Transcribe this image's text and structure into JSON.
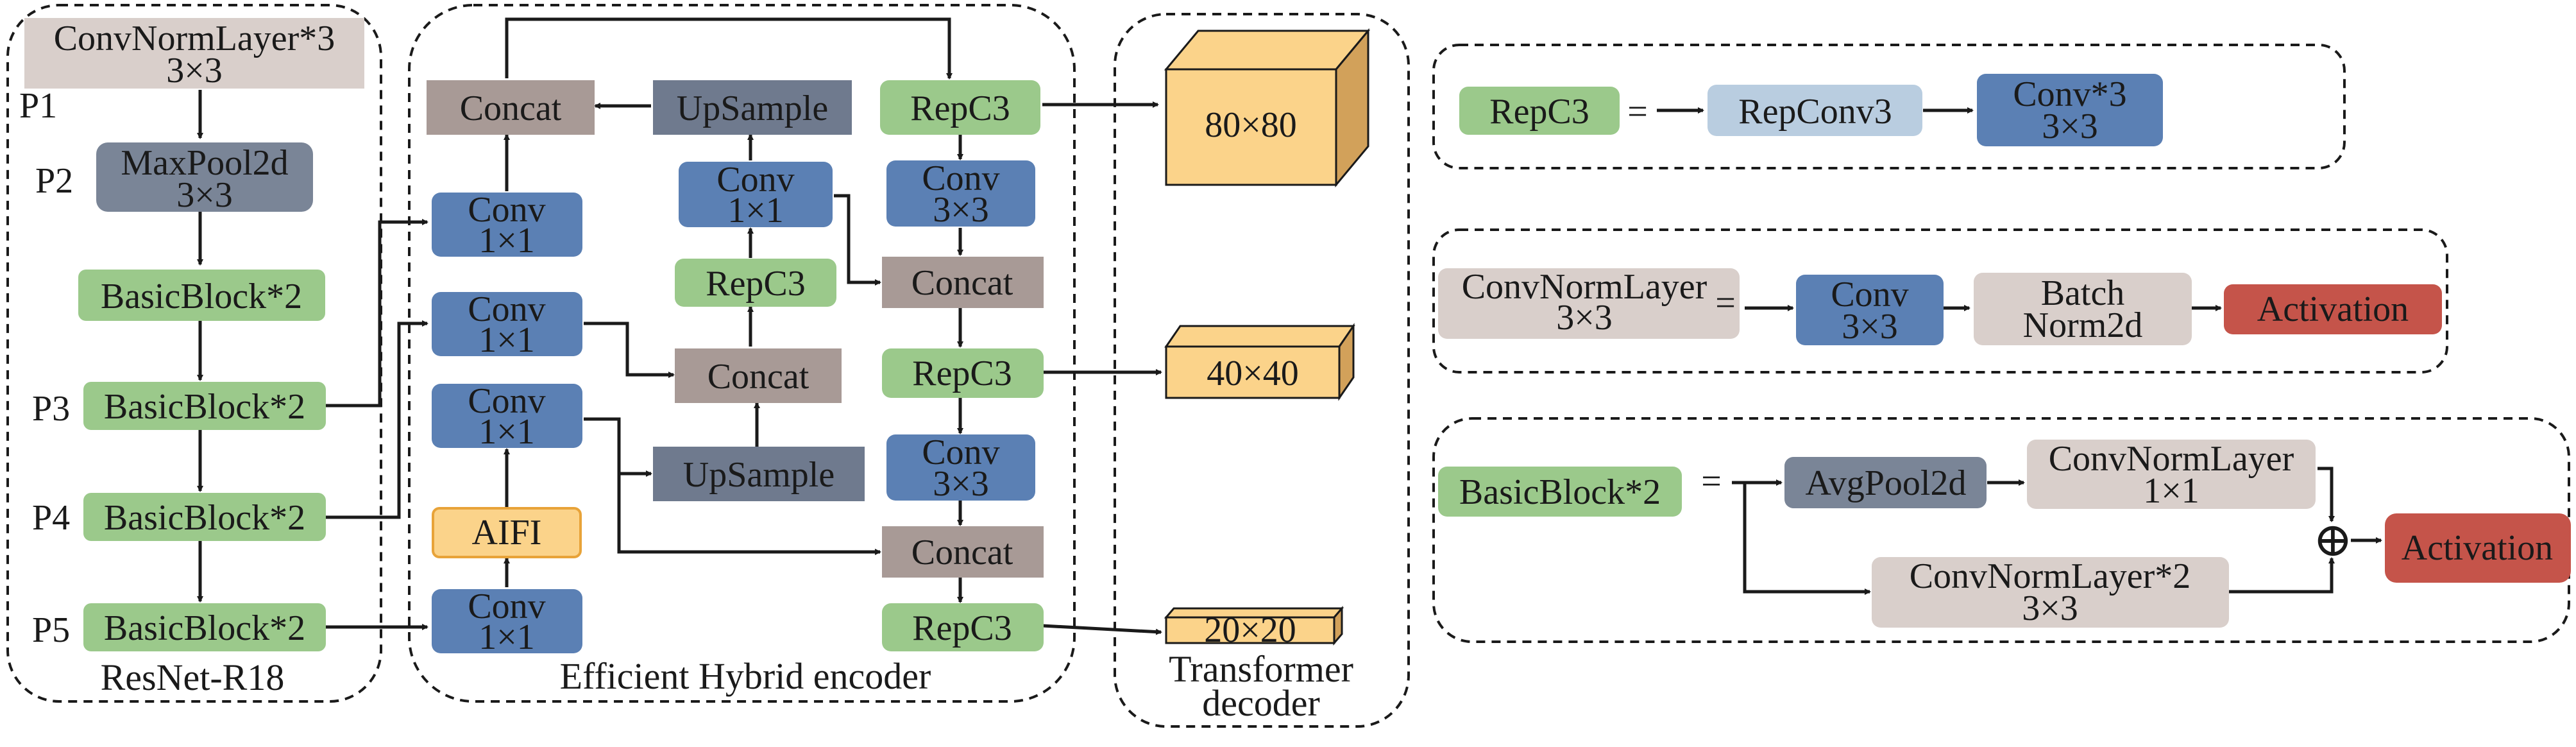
{
  "colors": {
    "gray_box": "#d9cfcb",
    "dark_gray_box": "#7a8597",
    "green_box": "#9bc98b",
    "blue_box": "#5b80b4",
    "taupe_box": "#a89a96",
    "slate_box": "#6f7a8e",
    "light_blue_box": "#b9cde0",
    "red_box": "#c5544a",
    "yellow_box": "#fbd38a",
    "yellow_box_dark": "#d2a15a",
    "yellow_stroke": "#e8a339"
  },
  "backbone": {
    "caption": "ResNet-R18",
    "top_block": {
      "line1": "ConvNormLayer*3",
      "line2": "3×3"
    },
    "p1": "P1",
    "p2": "P2",
    "p3": "P3",
    "p4": "P4",
    "p5": "P5",
    "maxpool": {
      "line1": "MaxPool2d",
      "line2": "3×3"
    },
    "basic1": "BasicBlock*2",
    "basic2": "BasicBlock*2",
    "basic3": "BasicBlock*2",
    "basic4": "BasicBlock*2"
  },
  "encoder": {
    "caption": "Efficient Hybrid encoder",
    "concat_top": "Concat",
    "upsample_top": "UpSample",
    "repc3_top": "RepC3",
    "conv_a": {
      "line1": "Conv",
      "line2": "1×1"
    },
    "conv_b": {
      "line1": "Conv",
      "line2": "1×1"
    },
    "conv_c": {
      "line1": "Conv",
      "line2": "1×1"
    },
    "conv_d": {
      "line1": "Conv",
      "line2": "1×1"
    },
    "conv_mid": {
      "line1": "Conv",
      "line2": "1×1"
    },
    "repc3_mid": "RepC3",
    "concat_mid": "Concat",
    "upsample_low": "UpSample",
    "aifi": "AIFI",
    "conv3_a": {
      "line1": "Conv",
      "line2": "3×3"
    },
    "concat_r1": "Concat",
    "repc3_r2": "RepC3",
    "conv3_b": {
      "line1": "Conv",
      "line2": "3×3"
    },
    "concat_r2": "Concat",
    "repc3_r3": "RepC3"
  },
  "decoder": {
    "caption_line1": "Transformer",
    "caption_line2": "decoder",
    "out1": "80×80",
    "out2": "40×40",
    "out3": "20×20"
  },
  "legend_repc3": {
    "name": "RepC3",
    "eq": "=",
    "repconv": "RepConv3",
    "conv": {
      "line1": "Conv*3",
      "line2": "3×3"
    }
  },
  "legend_cnl": {
    "name": {
      "line1": "ConvNormLayer",
      "line2": "3×3"
    },
    "eq": "=",
    "conv": {
      "line1": "Conv",
      "line2": "3×3"
    },
    "bn": {
      "line1": "Batch",
      "line2": "Norm2d"
    },
    "act": "Activation"
  },
  "legend_bb": {
    "name": "BasicBlock*2",
    "eq": "=",
    "avgpool": "AvgPool2d",
    "cnl1": {
      "line1": "ConvNormLayer",
      "line2": "1×1"
    },
    "cnl2": {
      "line1": "ConvNormLayer*2",
      "line2": "3×3"
    },
    "plus": "⊕",
    "act": "Activation"
  }
}
